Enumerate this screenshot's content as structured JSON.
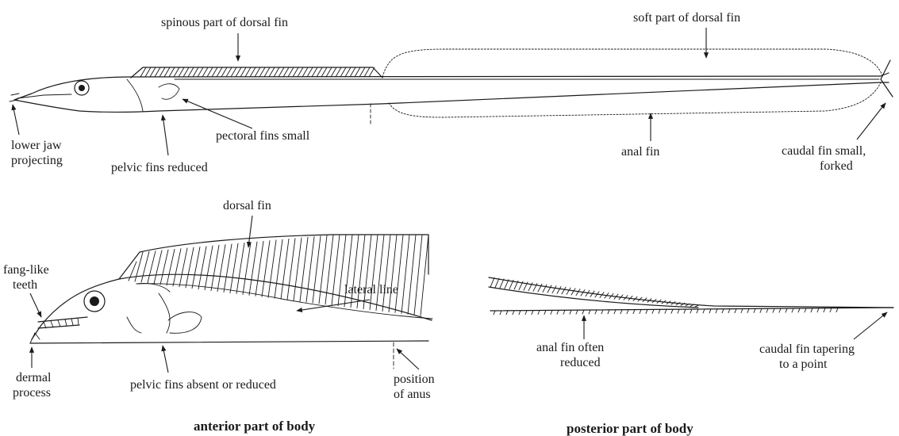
{
  "top_figure": {
    "labels": {
      "spinous_dorsal": "spinous part of dorsal fin",
      "soft_dorsal": "soft part of dorsal fin",
      "lower_jaw": [
        "lower jaw",
        "projecting"
      ],
      "pectoral": "pectoral fins small",
      "pelvic": "pelvic fins reduced",
      "anal": "anal fin",
      "caudal": [
        "caudal fin small,",
        "forked"
      ]
    }
  },
  "anterior_figure": {
    "caption": "anterior part of body",
    "labels": {
      "dorsal": "dorsal fin",
      "fang_teeth": [
        "fang-like",
        "teeth"
      ],
      "lateral_line": "lateral line",
      "dermal_process": [
        "dermal",
        "process"
      ],
      "pelvic": "pelvic fins absent or reduced",
      "anus": [
        "position",
        "of anus"
      ]
    }
  },
  "posterior_figure": {
    "caption": "posterior part of body",
    "labels": {
      "anal": [
        "anal fin often",
        "reduced"
      ],
      "caudal": [
        "caudal fin tapering",
        "to a point"
      ]
    }
  }
}
